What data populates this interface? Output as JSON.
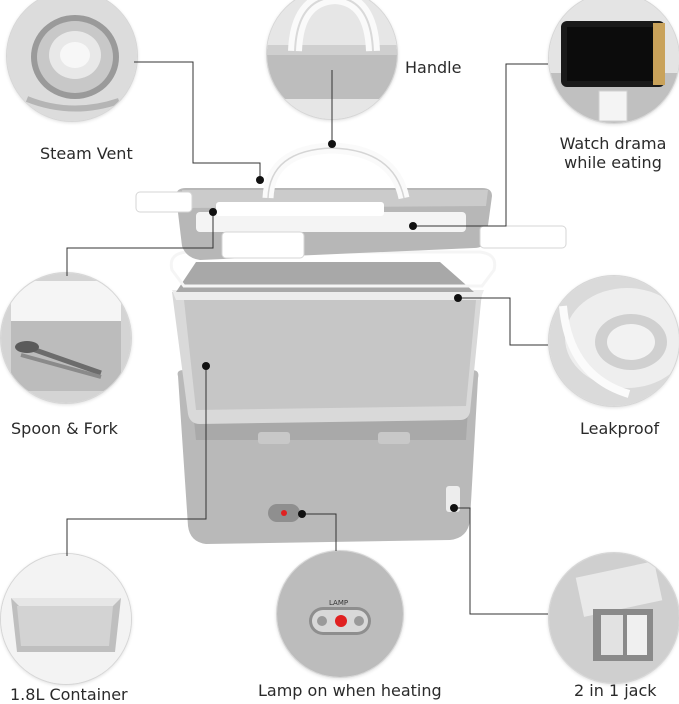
{
  "features": {
    "steam_vent": "Steam Vent",
    "handle": "Handle",
    "watch_drama": [
      "Watch drama",
      "while eating"
    ],
    "spoon_fork": "Spoon & Fork",
    "leakproof": "Leakproof",
    "container": "1.8L Container",
    "lamp": "Lamp on when heating",
    "jack": "2 in 1 jack",
    "lamp_badge": "LAMP"
  },
  "colors": {
    "body_gray": "#b9b9b9",
    "steel": "#d8d8d8",
    "lamp_red": "#e02020",
    "line": "#333333"
  }
}
